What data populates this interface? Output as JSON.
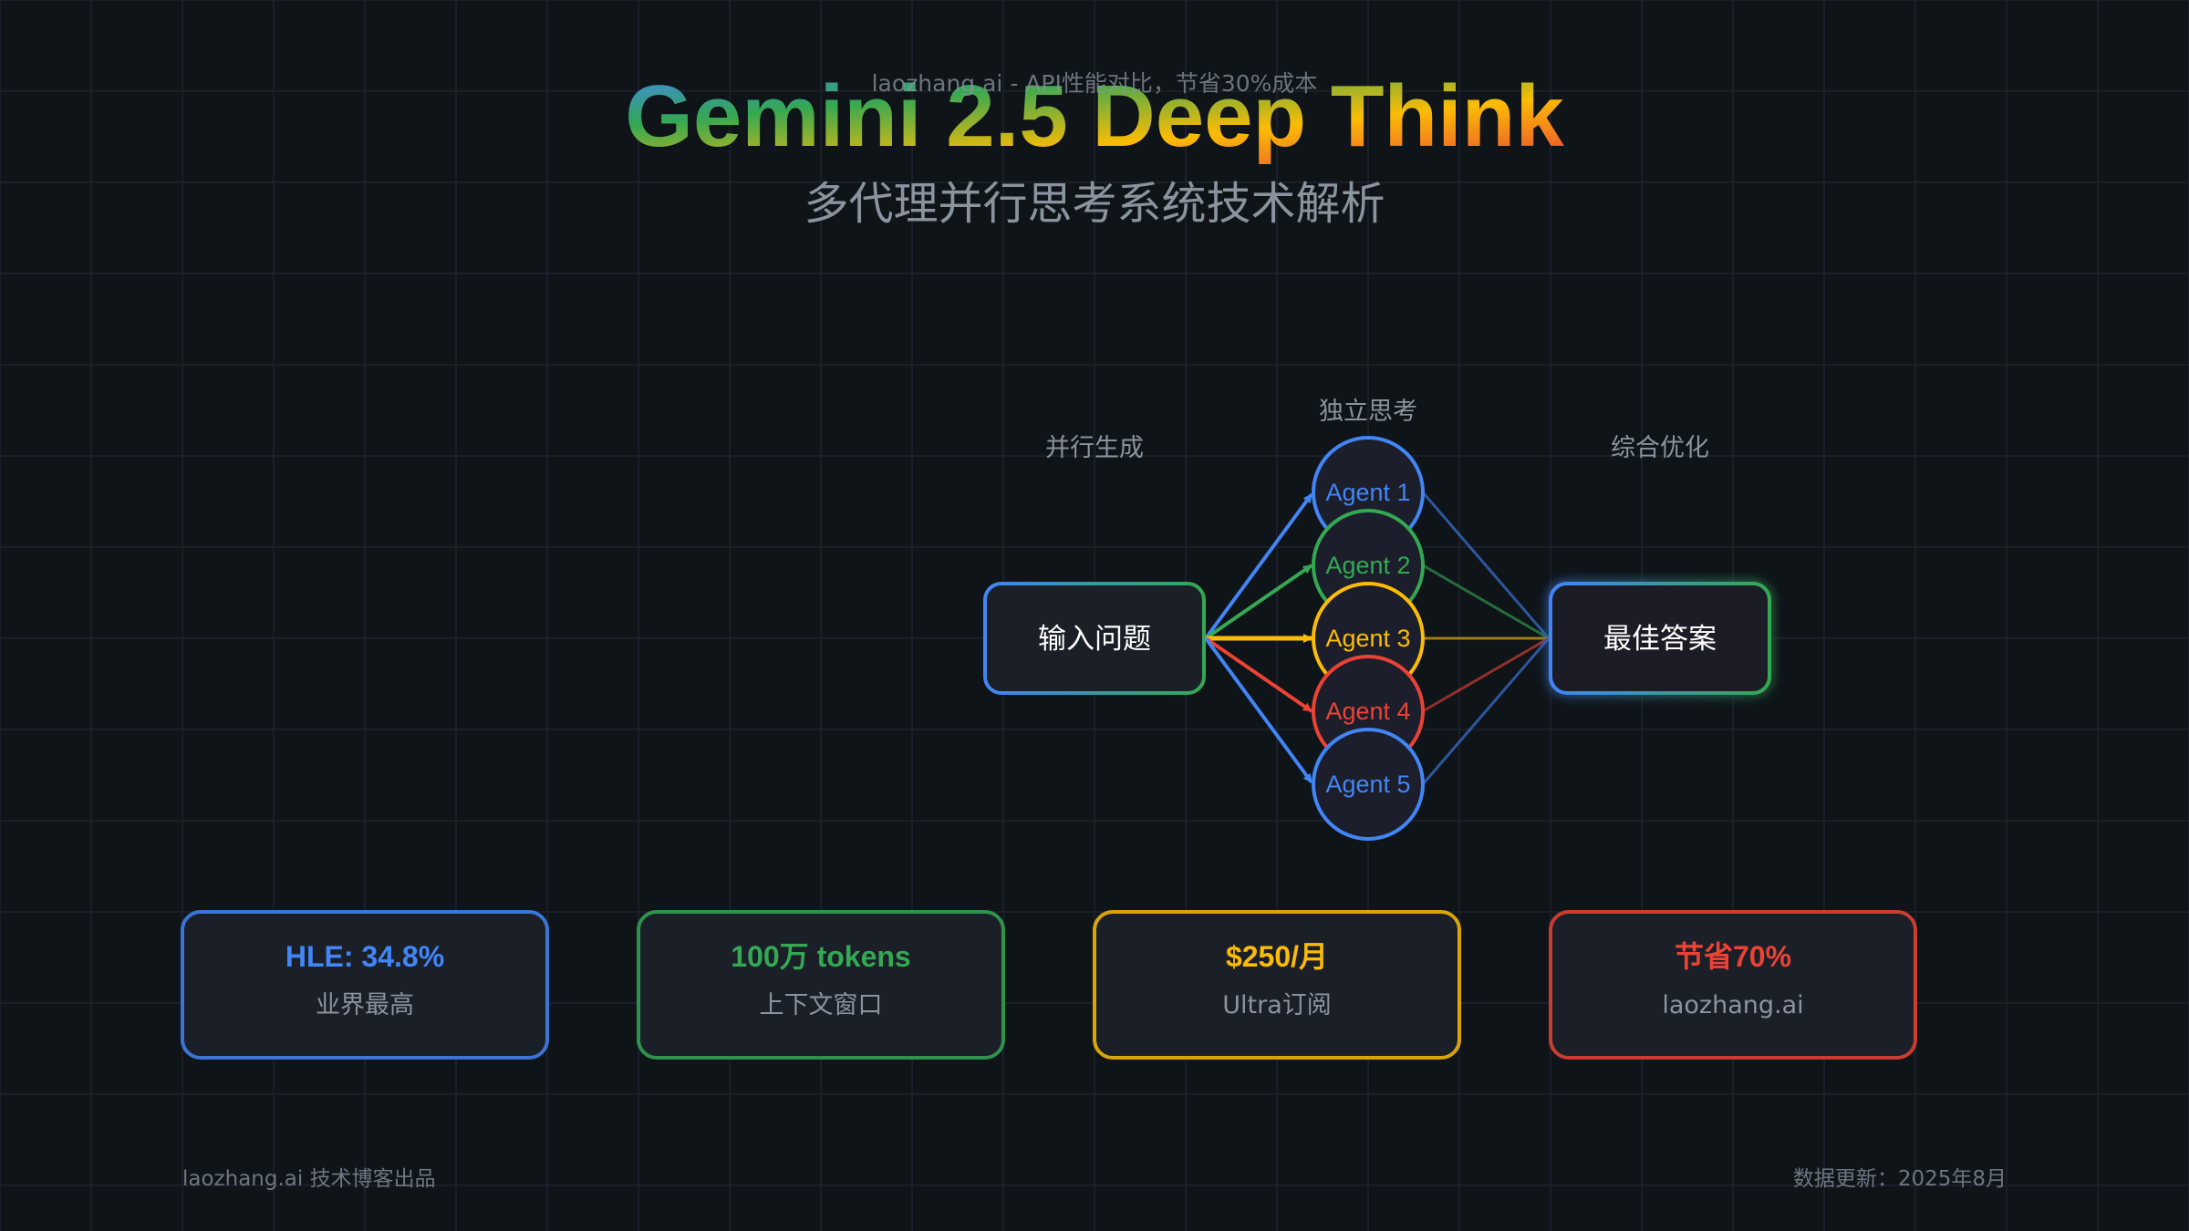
{
  "header": {
    "watermark": "laozhang.ai - API性能对比，节省30%成本",
    "title": "Gemini 2.5 Deep Think",
    "subtitle": "多代理并行思考系统技术解析"
  },
  "diagram": {
    "stage_labels": {
      "left": "并行生成",
      "middle": "独立思考",
      "right": "综合优化"
    },
    "input_box": {
      "label": "输入问题"
    },
    "output_box": {
      "label": "最佳答案"
    },
    "agents": [
      {
        "label": "Agent 1",
        "color": "#4285f4"
      },
      {
        "label": "Agent 2",
        "color": "#34a853"
      },
      {
        "label": "Agent 3",
        "color": "#fbbc05"
      },
      {
        "label": "Agent 4",
        "color": "#ea4335"
      },
      {
        "label": "Agent 5",
        "color": "#4285f4"
      }
    ],
    "gradient_colors": {
      "start": "#4285f4",
      "end": "#34a853"
    }
  },
  "stats": [
    {
      "value": "HLE: 34.8%",
      "caption": "业界最高",
      "color": "#4285f4"
    },
    {
      "value": "100万 tokens",
      "caption": "上下文窗口",
      "color": "#34a853"
    },
    {
      "value": "$250/月",
      "caption": "Ultra订阅",
      "color": "#fbbc05"
    },
    {
      "value": "节省70%",
      "caption": "laozhang.ai",
      "color": "#ea4335"
    }
  ],
  "footer": {
    "left": "laozhang.ai 技术博客出品",
    "right": "数据更新：2025年8月"
  },
  "colors": {
    "background": "#0f1419",
    "grid": "#1a1f2a",
    "panel": "#1b1f28",
    "muted_text": "#8b949e",
    "footer_text": "#6e7681",
    "blue": "#4285f4",
    "green": "#34a853",
    "yellow": "#fbbc05",
    "red": "#ea4335"
  }
}
